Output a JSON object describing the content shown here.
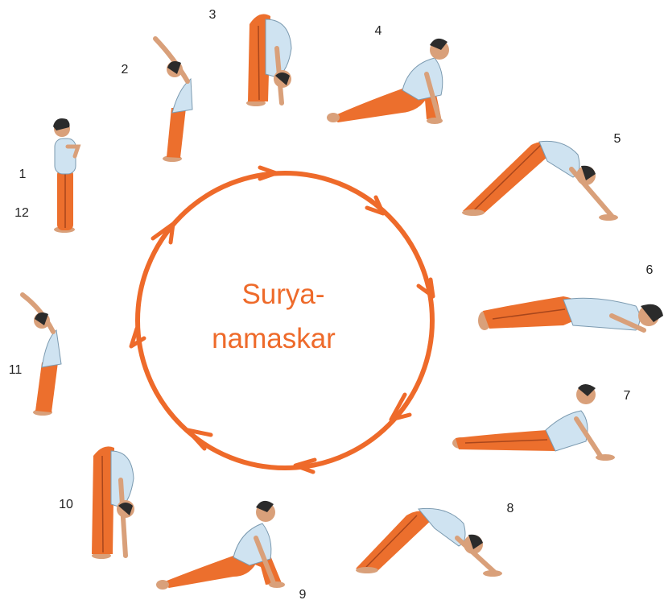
{
  "title_line1": "Surya-",
  "title_line2": "namaskar",
  "colors": {
    "accent": "#ee6a2a",
    "skin": "#d9a07a",
    "shirt": "#cfe3f1",
    "pants": "#ec6f2d",
    "hair": "#2b2b2b"
  },
  "labels": {
    "p1": "1",
    "p12": "12",
    "p2": "2",
    "p3": "3",
    "p4": "4",
    "p5": "5",
    "p6": "6",
    "p7": "7",
    "p8": "8",
    "p9": "9",
    "p10": "10",
    "p11": "11"
  },
  "poses": [
    {
      "id": "p1",
      "pose": "standing-prayer"
    },
    {
      "id": "p2",
      "pose": "raised-arms"
    },
    {
      "id": "p3",
      "pose": "forward-bend"
    },
    {
      "id": "p4",
      "pose": "lunge"
    },
    {
      "id": "p5",
      "pose": "mountain"
    },
    {
      "id": "p6",
      "pose": "eight-limbed"
    },
    {
      "id": "p7",
      "pose": "cobra"
    },
    {
      "id": "p8",
      "pose": "mountain"
    },
    {
      "id": "p9",
      "pose": "lunge"
    },
    {
      "id": "p10",
      "pose": "forward-bend"
    },
    {
      "id": "p11",
      "pose": "raised-arms"
    },
    {
      "id": "p12",
      "pose": "standing-prayer"
    }
  ]
}
